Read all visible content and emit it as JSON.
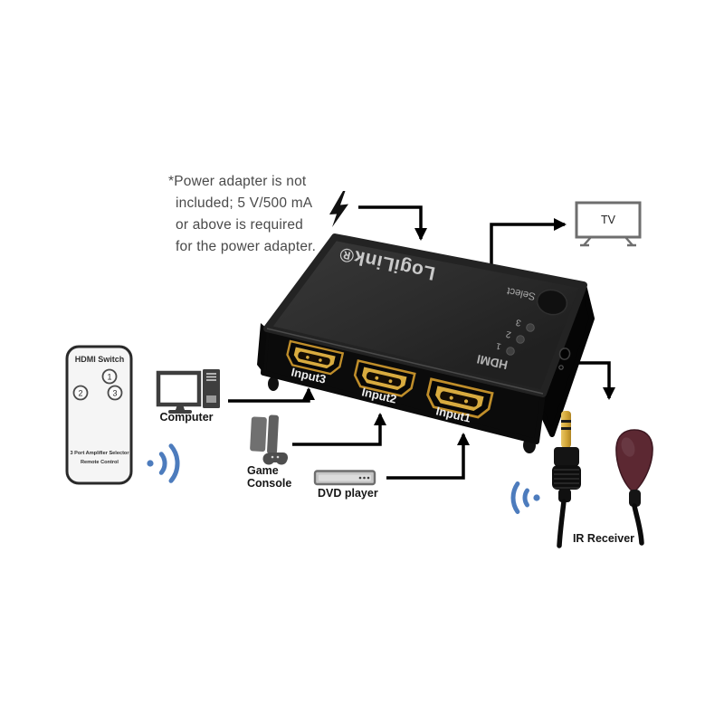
{
  "note": {
    "lines": [
      "*Power adapter is not",
      "included; 5 V/500 mA",
      "or above is required",
      "for the power adapter."
    ]
  },
  "device": {
    "brand": "LogiLink®",
    "select_label": "Select",
    "hdmi_label": "HDMI",
    "led_labels": [
      "3",
      "2",
      "1"
    ],
    "ports": [
      {
        "label": "Input3"
      },
      {
        "label": "Input2"
      },
      {
        "label": "Input1"
      }
    ]
  },
  "remote": {
    "title": "HDMI Switch",
    "buttons": [
      "1",
      "2",
      "3"
    ],
    "footer_line1": "3 Port Amplifier Selector",
    "footer_line2": "Remote Control"
  },
  "labels": {
    "tv": "TV",
    "computer": "Computer",
    "game_console_line1": "Game",
    "game_console_line2": "Console",
    "dvd_player": "DVD player",
    "ir_receiver": "IR Receiver"
  },
  "colors": {
    "arrow": "#000000",
    "signal_blue": "#4d7cbd",
    "hdmi_gold": "#d8ab3f",
    "ir_head_maroon": "#5c2832",
    "device_body": "#1c1c1c"
  }
}
